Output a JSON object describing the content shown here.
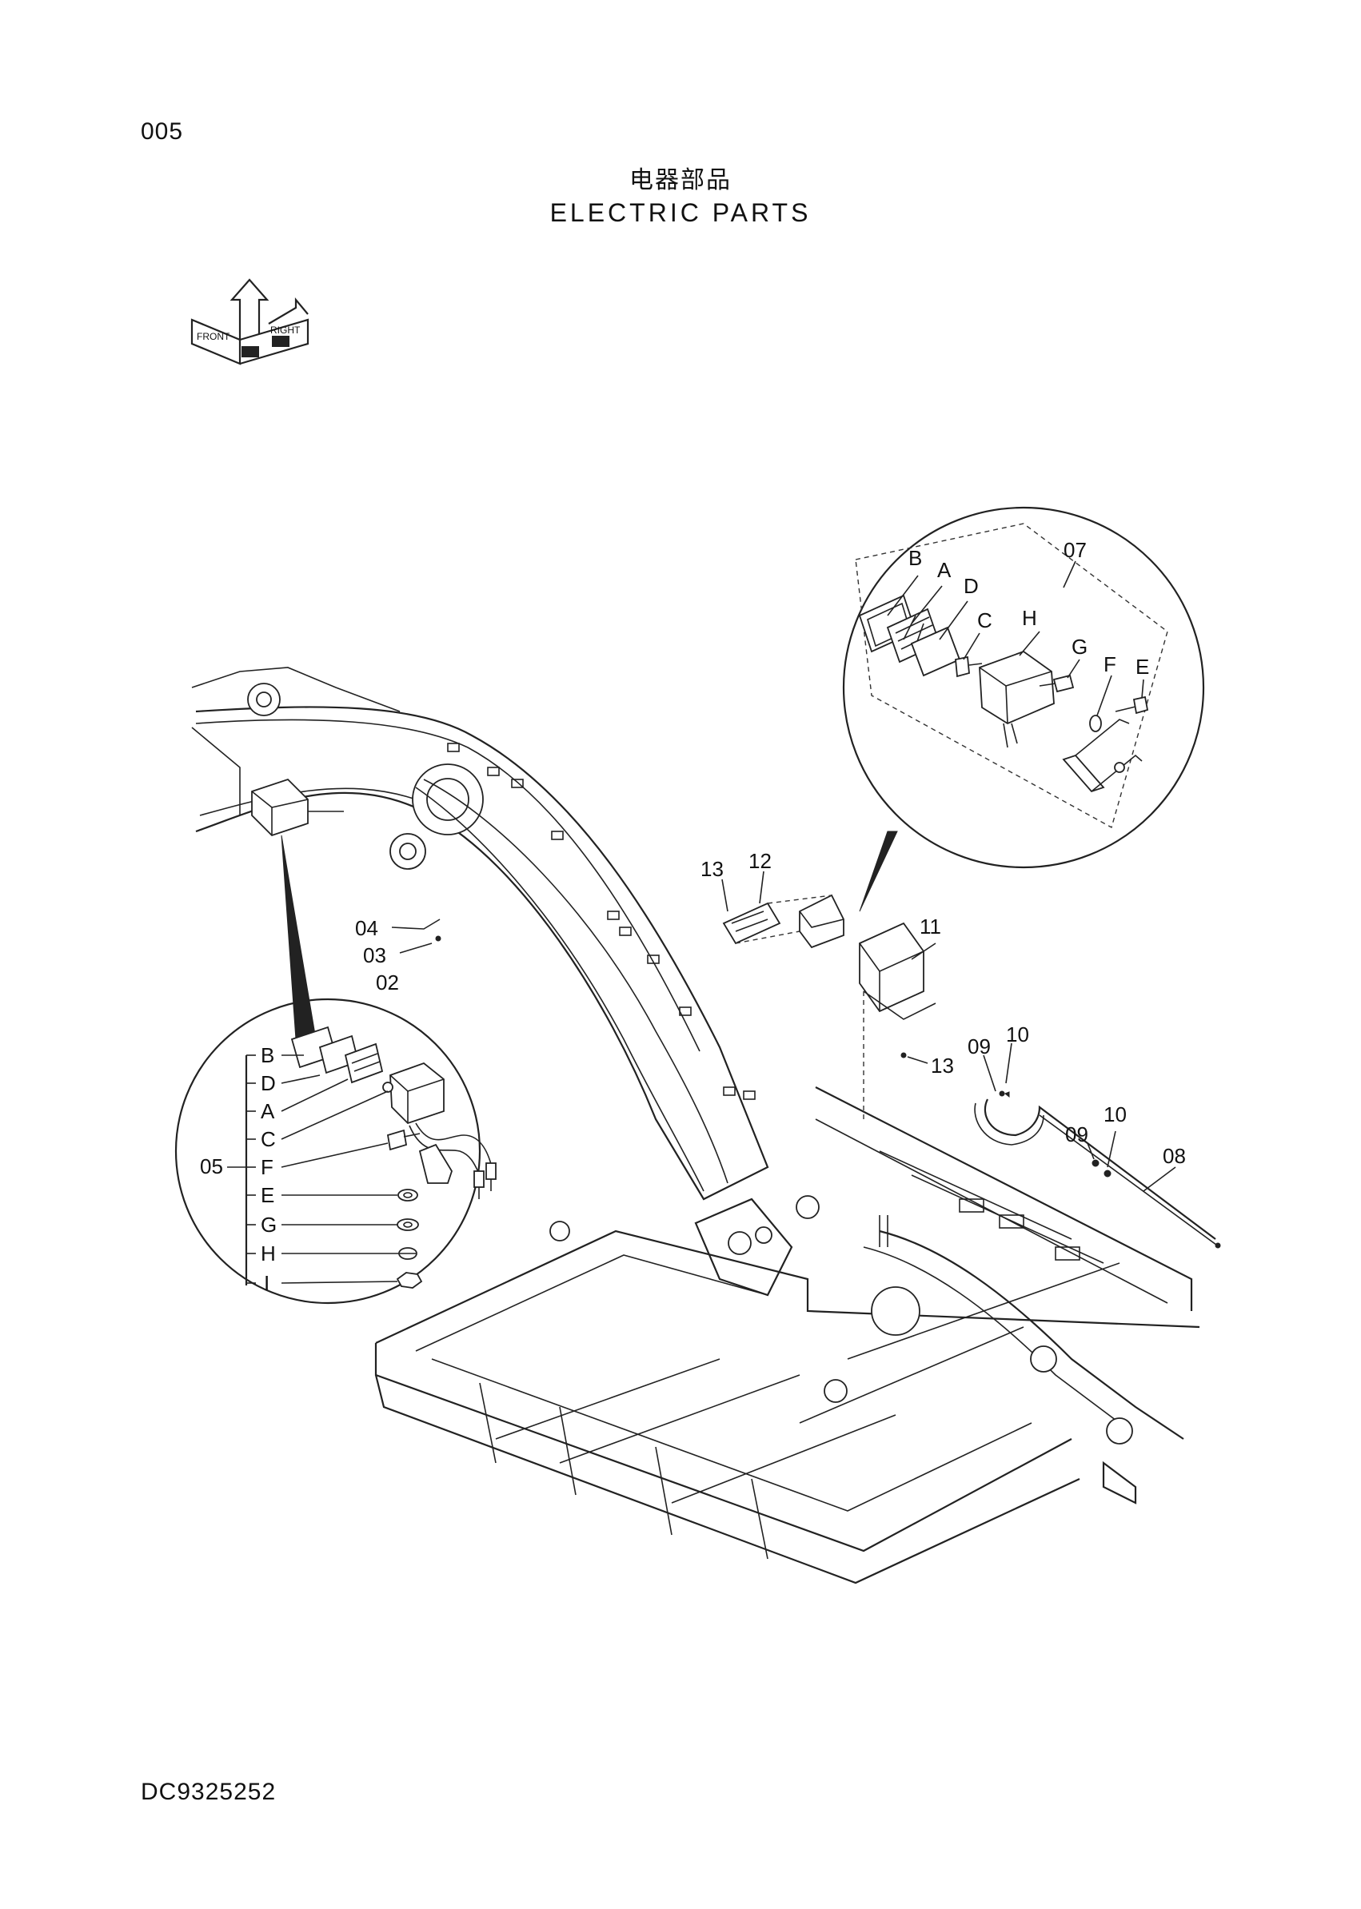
{
  "page_number": "005",
  "title_cn": "电器部品",
  "title_en": "ELECTRIC PARTS",
  "orientation_icon": {
    "name": "orientation-arrows-icon",
    "labels": [
      "FRONT",
      "RIGHT"
    ]
  },
  "document_code": "DC9325252",
  "callouts": {
    "main": [
      "13",
      "12",
      "11",
      "13",
      "09",
      "10",
      "09",
      "10",
      "08",
      "04",
      "03",
      "02"
    ],
    "detail_07": {
      "group": "07",
      "items": [
        "B",
        "A",
        "D",
        "C",
        "H",
        "G",
        "F",
        "E"
      ]
    },
    "detail_05": {
      "group": "05",
      "items": [
        "B",
        "D",
        "A",
        "C",
        "F",
        "E",
        "G",
        "H",
        "I"
      ]
    }
  }
}
